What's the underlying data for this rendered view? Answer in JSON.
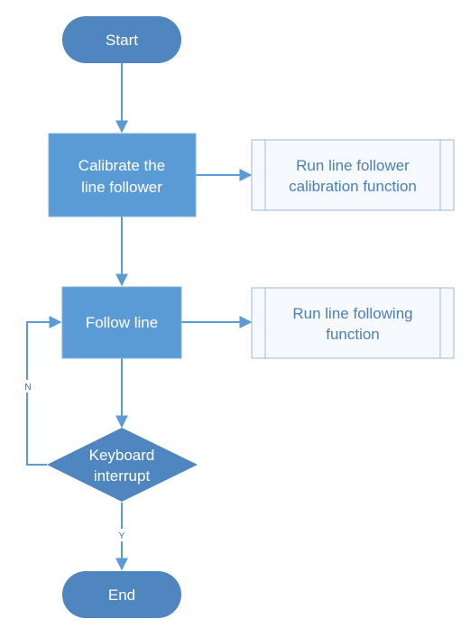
{
  "diagram": {
    "nodes": {
      "start": {
        "lines": [
          "Start"
        ]
      },
      "calibrate": {
        "lines": [
          "Calibrate the",
          "line follower"
        ]
      },
      "run_calibration": {
        "lines": [
          "Run line follower",
          "calibration function"
        ]
      },
      "follow_line": {
        "lines": [
          "Follow line"
        ]
      },
      "run_following": {
        "lines": [
          "Run line following",
          "function"
        ]
      },
      "keyboard_interrupt": {
        "lines": [
          "Keyboard",
          "interrupt"
        ]
      },
      "end": {
        "lines": [
          "End"
        ]
      }
    },
    "edge_labels": {
      "no": "N",
      "yes": "Y"
    },
    "colors": {
      "process_fill": "#5b9bd5",
      "terminator_fill": "#4f86bf",
      "subprocess_fill": "#f6f9fd",
      "subprocess_border": "#9cbad6",
      "connector": "#5b9bd5",
      "subprocess_text": "#4a7fb8"
    }
  }
}
